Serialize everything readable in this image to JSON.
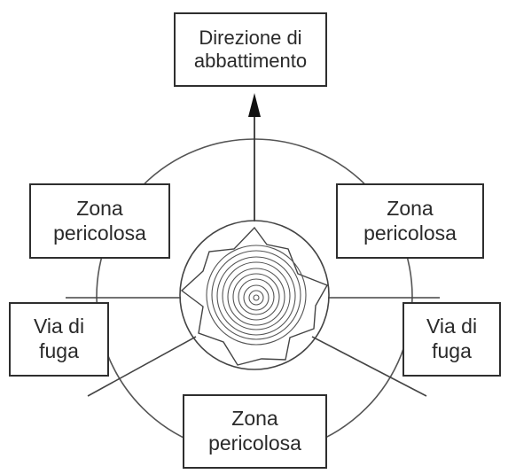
{
  "labels": {
    "felling_direction": {
      "line1": "Direzione di",
      "line2": "abbattimento"
    },
    "danger_zone_left": {
      "line1": "Zona",
      "line2": "pericolosa"
    },
    "danger_zone_right": {
      "line1": "Zona",
      "line2": "pericolosa"
    },
    "danger_zone_bottom": {
      "line1": "Zona",
      "line2": "pericolosa"
    },
    "escape_route_left": {
      "line1": "Via di",
      "line2": "fuga"
    },
    "escape_route_right": {
      "line1": "Via di",
      "line2": "fuga"
    }
  },
  "colors": {
    "line": "#444444",
    "box_border": "#2e2e2e",
    "text": "#2a2a2a",
    "background": "#ffffff"
  },
  "icons": [
    "felling-direction-arrow-icon",
    "tree-stump-icon"
  ]
}
